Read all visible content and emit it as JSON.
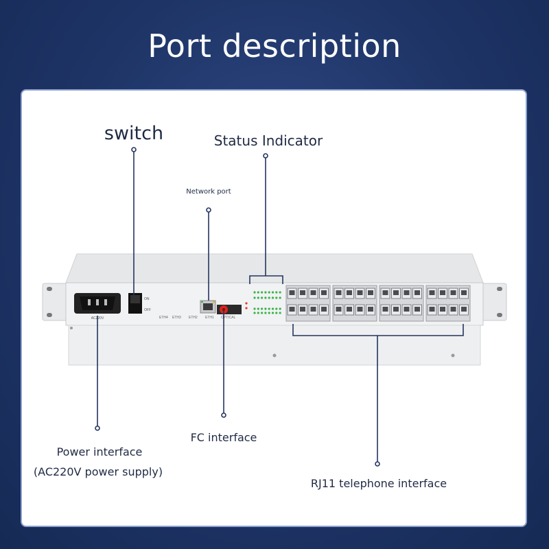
{
  "title": "Port description",
  "labels": {
    "switch": "switch",
    "status_indicator": "Status Indicator",
    "network_port": "Network port",
    "power_interface_line1": "Power interface",
    "power_interface_line2": "(AC220V power supply)",
    "fc_interface": "FC interface",
    "rj11": "RJ11 telephone interface"
  },
  "device_text": {
    "ac": "AC220V",
    "on": "ON",
    "off": "OFF",
    "eth4": "ETH4",
    "eth3": "ETH3",
    "eth2": "ETH2",
    "eth1": "ETH1",
    "optical": "OPTICAL"
  },
  "colors": {
    "background": "#1e3466",
    "card_border": "#8ea2cf",
    "leader_line": "#23345f",
    "device_body": "#f1f2f3",
    "led_green": "#39b54a",
    "led_red": "#e43a2f"
  }
}
